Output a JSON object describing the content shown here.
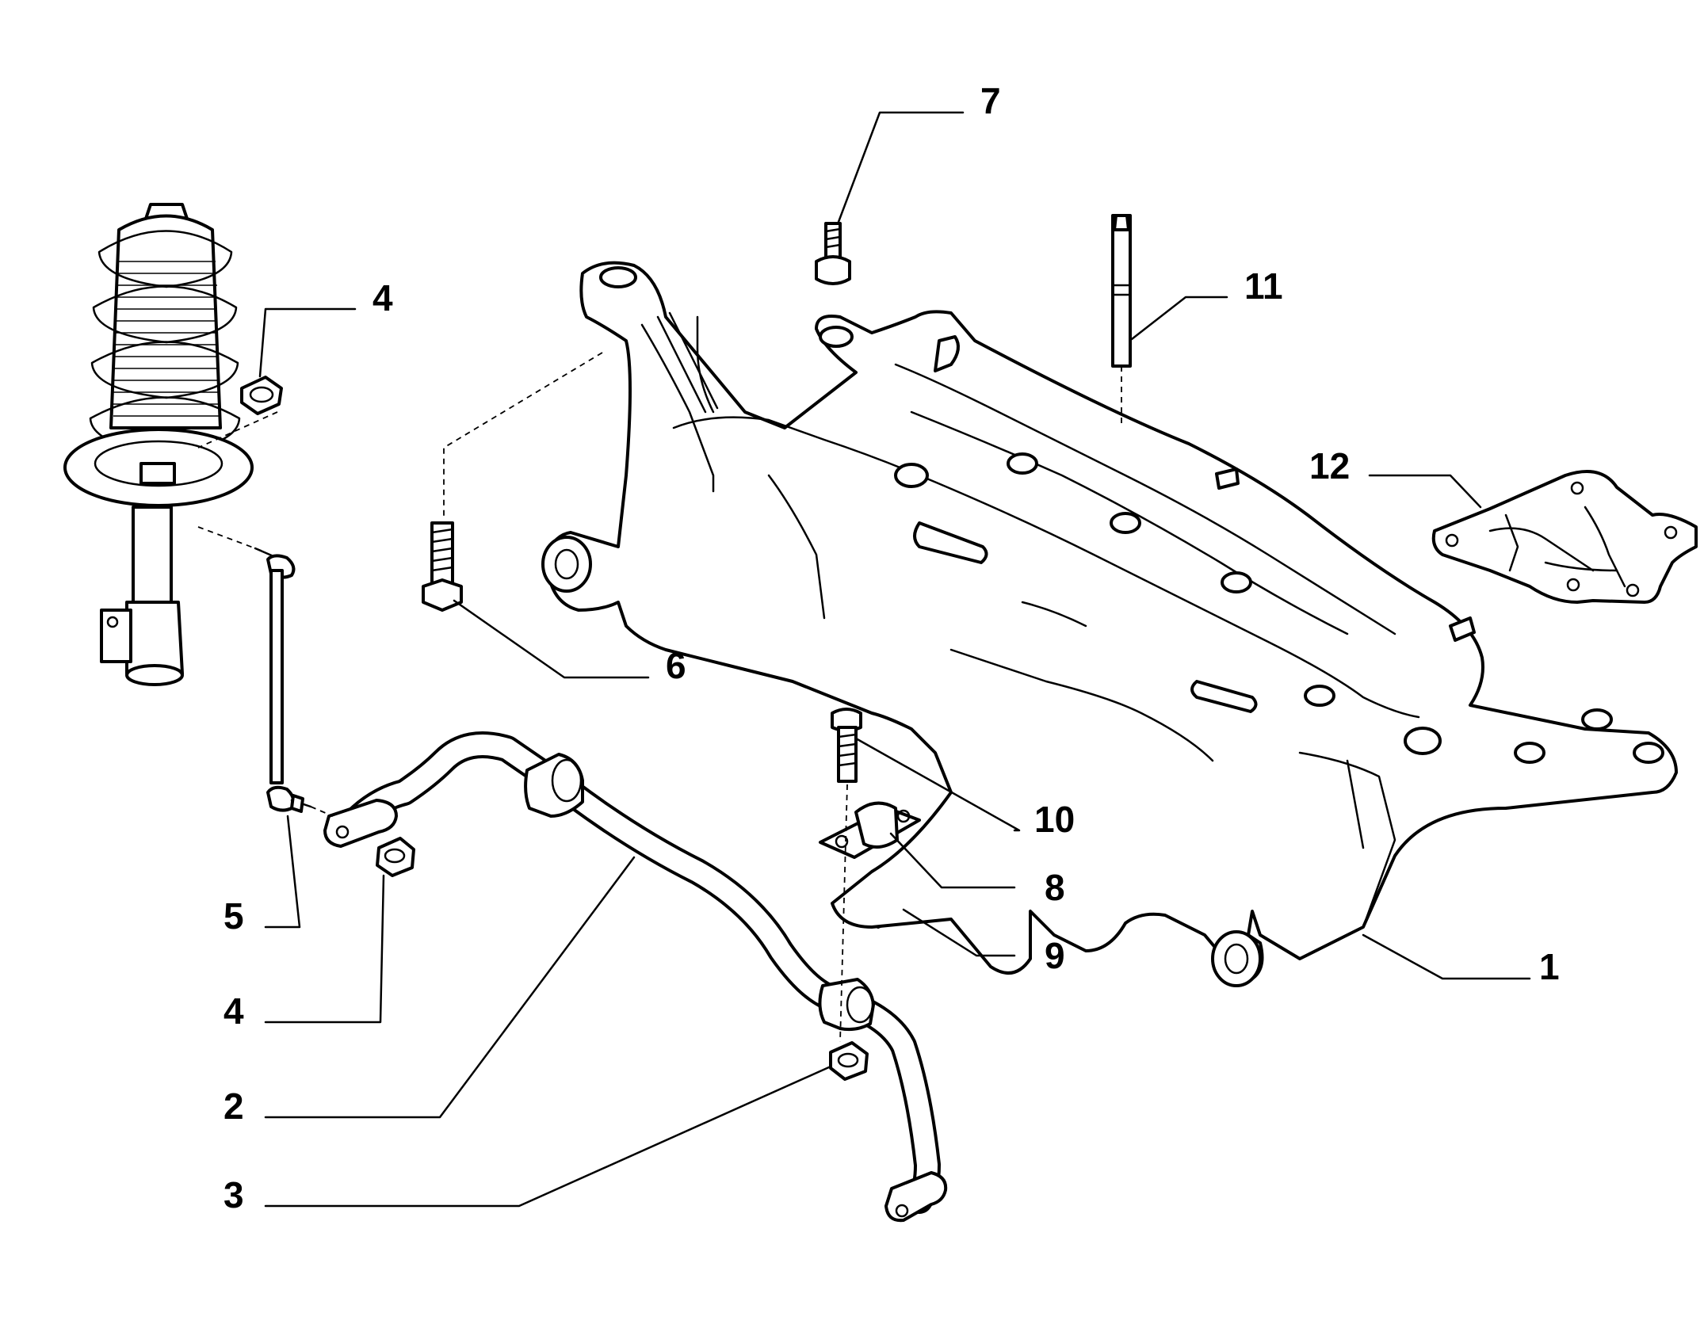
{
  "callouts": {
    "c1": "1",
    "c2": "2",
    "c3": "3",
    "c4a": "4",
    "c4b": "4",
    "c5": "5",
    "c6": "6",
    "c7": "7",
    "c8": "8",
    "c9": "9",
    "c10": "10",
    "c11": "11",
    "c12": "12"
  },
  "colors": {
    "line": "#000000",
    "background": "#ffffff"
  }
}
